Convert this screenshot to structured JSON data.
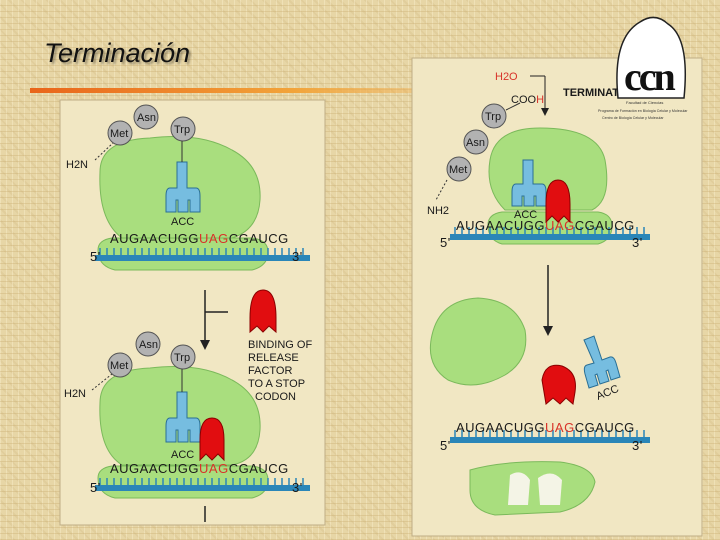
{
  "title": "Terminación",
  "left": {
    "amino_acids": [
      "Asn",
      "Trp",
      "Met"
    ],
    "amino_end": "H2N",
    "anticodon": "ACC",
    "mrna": {
      "part1": "AUGAACUGG",
      "stop_codon": "UAG",
      "part2": "CGAUCG",
      "five_prime": "5'",
      "three_prime": "3'"
    },
    "binding_text": [
      "BINDING OF",
      "RELEASE",
      "FACTOR",
      "TO A STOP",
      "CODON"
    ]
  },
  "right": {
    "water": "H2O",
    "cooh": [
      "COO",
      "H"
    ],
    "termination_label": "TERMINATION",
    "amino_acids": [
      "Trp",
      "Asn",
      "Met"
    ],
    "amino_end": "NH2",
    "anticodon": "ACC",
    "mrna": {
      "part1": "AUGAACUGG",
      "stop_codon": "UAG",
      "part2": "CGAUCG",
      "five_prime": "5'",
      "three_prime": "3'"
    }
  },
  "logo": {
    "letters": "ccn",
    "caption": [
      "Facultad de Ciencias",
      "Programa de Formación en Biología Celular y Molecular",
      "Centro de Biología Celular y Molecular"
    ]
  },
  "colors": {
    "ribosome": "#a9de7e",
    "trna": "#76bde0",
    "mrna_track": "#2a86b8",
    "release_factor": "#e10d10",
    "stop_codon": "#d8342a",
    "amino": "#b2b2b2"
  }
}
